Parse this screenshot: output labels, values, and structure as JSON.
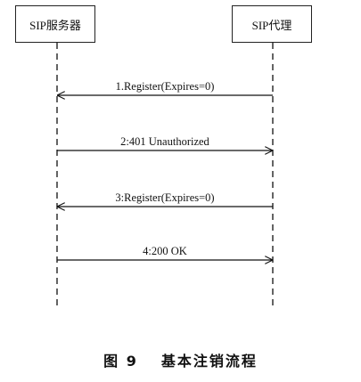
{
  "participants": {
    "server": "SIP服务器",
    "agent": "SIP代理"
  },
  "messages": [
    {
      "label": "1.Register(Expires=0)",
      "from": "agent",
      "to": "server"
    },
    {
      "label": "2:401 Unauthorized",
      "from": "server",
      "to": "agent"
    },
    {
      "label": "3:Register(Expires=0)",
      "from": "agent",
      "to": "server"
    },
    {
      "label": "4:200 OK",
      "from": "server",
      "to": "agent"
    }
  ],
  "caption": {
    "figure": "图 9",
    "title": "基本注销流程"
  }
}
